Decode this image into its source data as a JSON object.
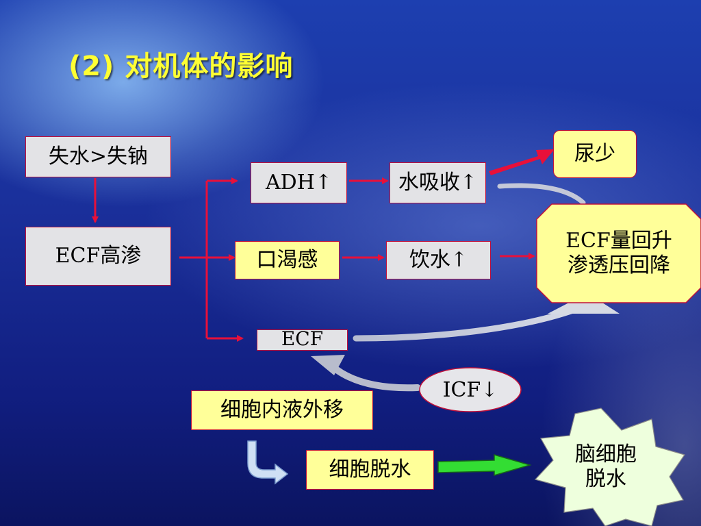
{
  "title": "(2) 对机体的影响",
  "nodes": {
    "water_loss": "失水>失钠",
    "ecf_hyper": "ECF高渗",
    "adh": "ADH↑",
    "thirst": "口渴感",
    "ecf": "ECF",
    "water_absorb": "水吸收↑",
    "drink": "饮水↑",
    "oliguria": "尿少",
    "ecf_recover_line1": "ECF量回升",
    "ecf_recover_line2": "渗透压回降",
    "icf": "ICF↓",
    "cell_fluid_shift": "细胞内液外移",
    "cell_dehydration": "细胞脱水",
    "brain_line1": "脑细胞",
    "brain_line2": "脱水"
  },
  "colors": {
    "arrow_red": "#e8103a",
    "box_yellow": "#ffff99",
    "box_gray": "#e3e3e6",
    "title_yellow": "#ffff33",
    "arrow_green": "#33dd33",
    "burst_fill": "#eeffdd"
  }
}
